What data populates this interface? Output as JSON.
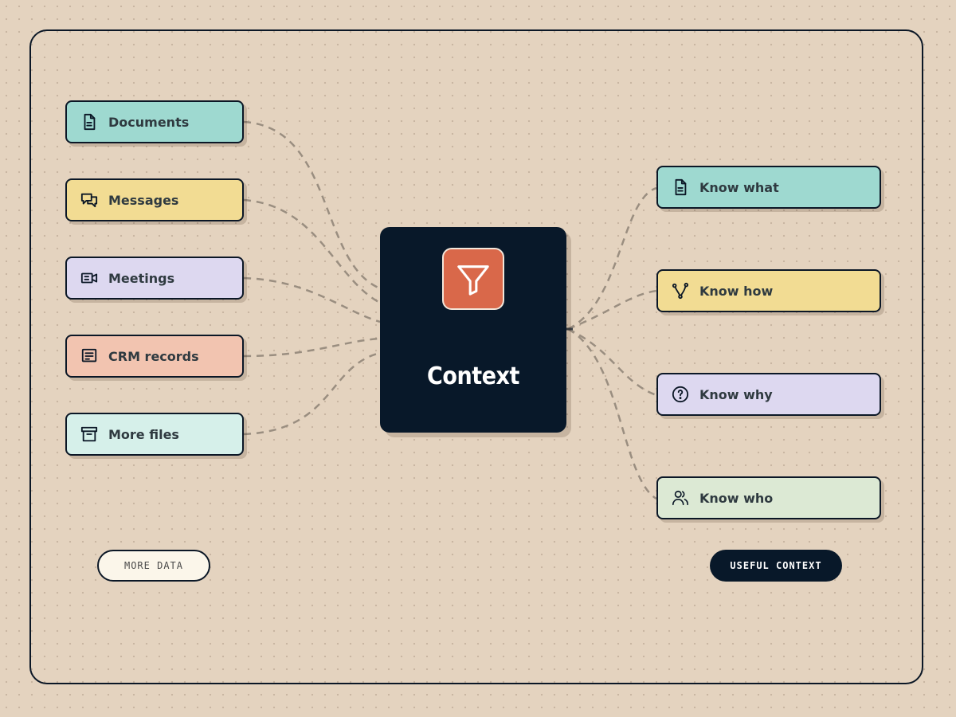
{
  "sources": [
    {
      "label": "Documents",
      "icon": "document-icon",
      "color": "#9ed9d0"
    },
    {
      "label": "Messages",
      "icon": "chat-bubbles-icon",
      "color": "#f2dc93"
    },
    {
      "label": "Meetings",
      "icon": "video-camera-icon",
      "color": "#ddd8f0"
    },
    {
      "label": "CRM records",
      "icon": "form-icon",
      "color": "#f2c4b0"
    },
    {
      "label": "More files",
      "icon": "archive-box-icon",
      "color": "#d6f0ea"
    }
  ],
  "center": {
    "title": "Context",
    "icon": "funnel-icon",
    "icon_color": "#d9684a",
    "color": "#081829"
  },
  "outputs": [
    {
      "label": "Know what",
      "icon": "document-icon",
      "color": "#9ed9d0"
    },
    {
      "label": "Know how",
      "icon": "route-icon",
      "color": "#f2dc93"
    },
    {
      "label": "Know why",
      "icon": "question-circle-icon",
      "color": "#ddd8f0"
    },
    {
      "label": "Know who",
      "icon": "users-icon",
      "color": "#dce9d4"
    }
  ],
  "footer": {
    "left_label": "MORE DATA",
    "right_label": "USEFUL CONTEXT"
  }
}
